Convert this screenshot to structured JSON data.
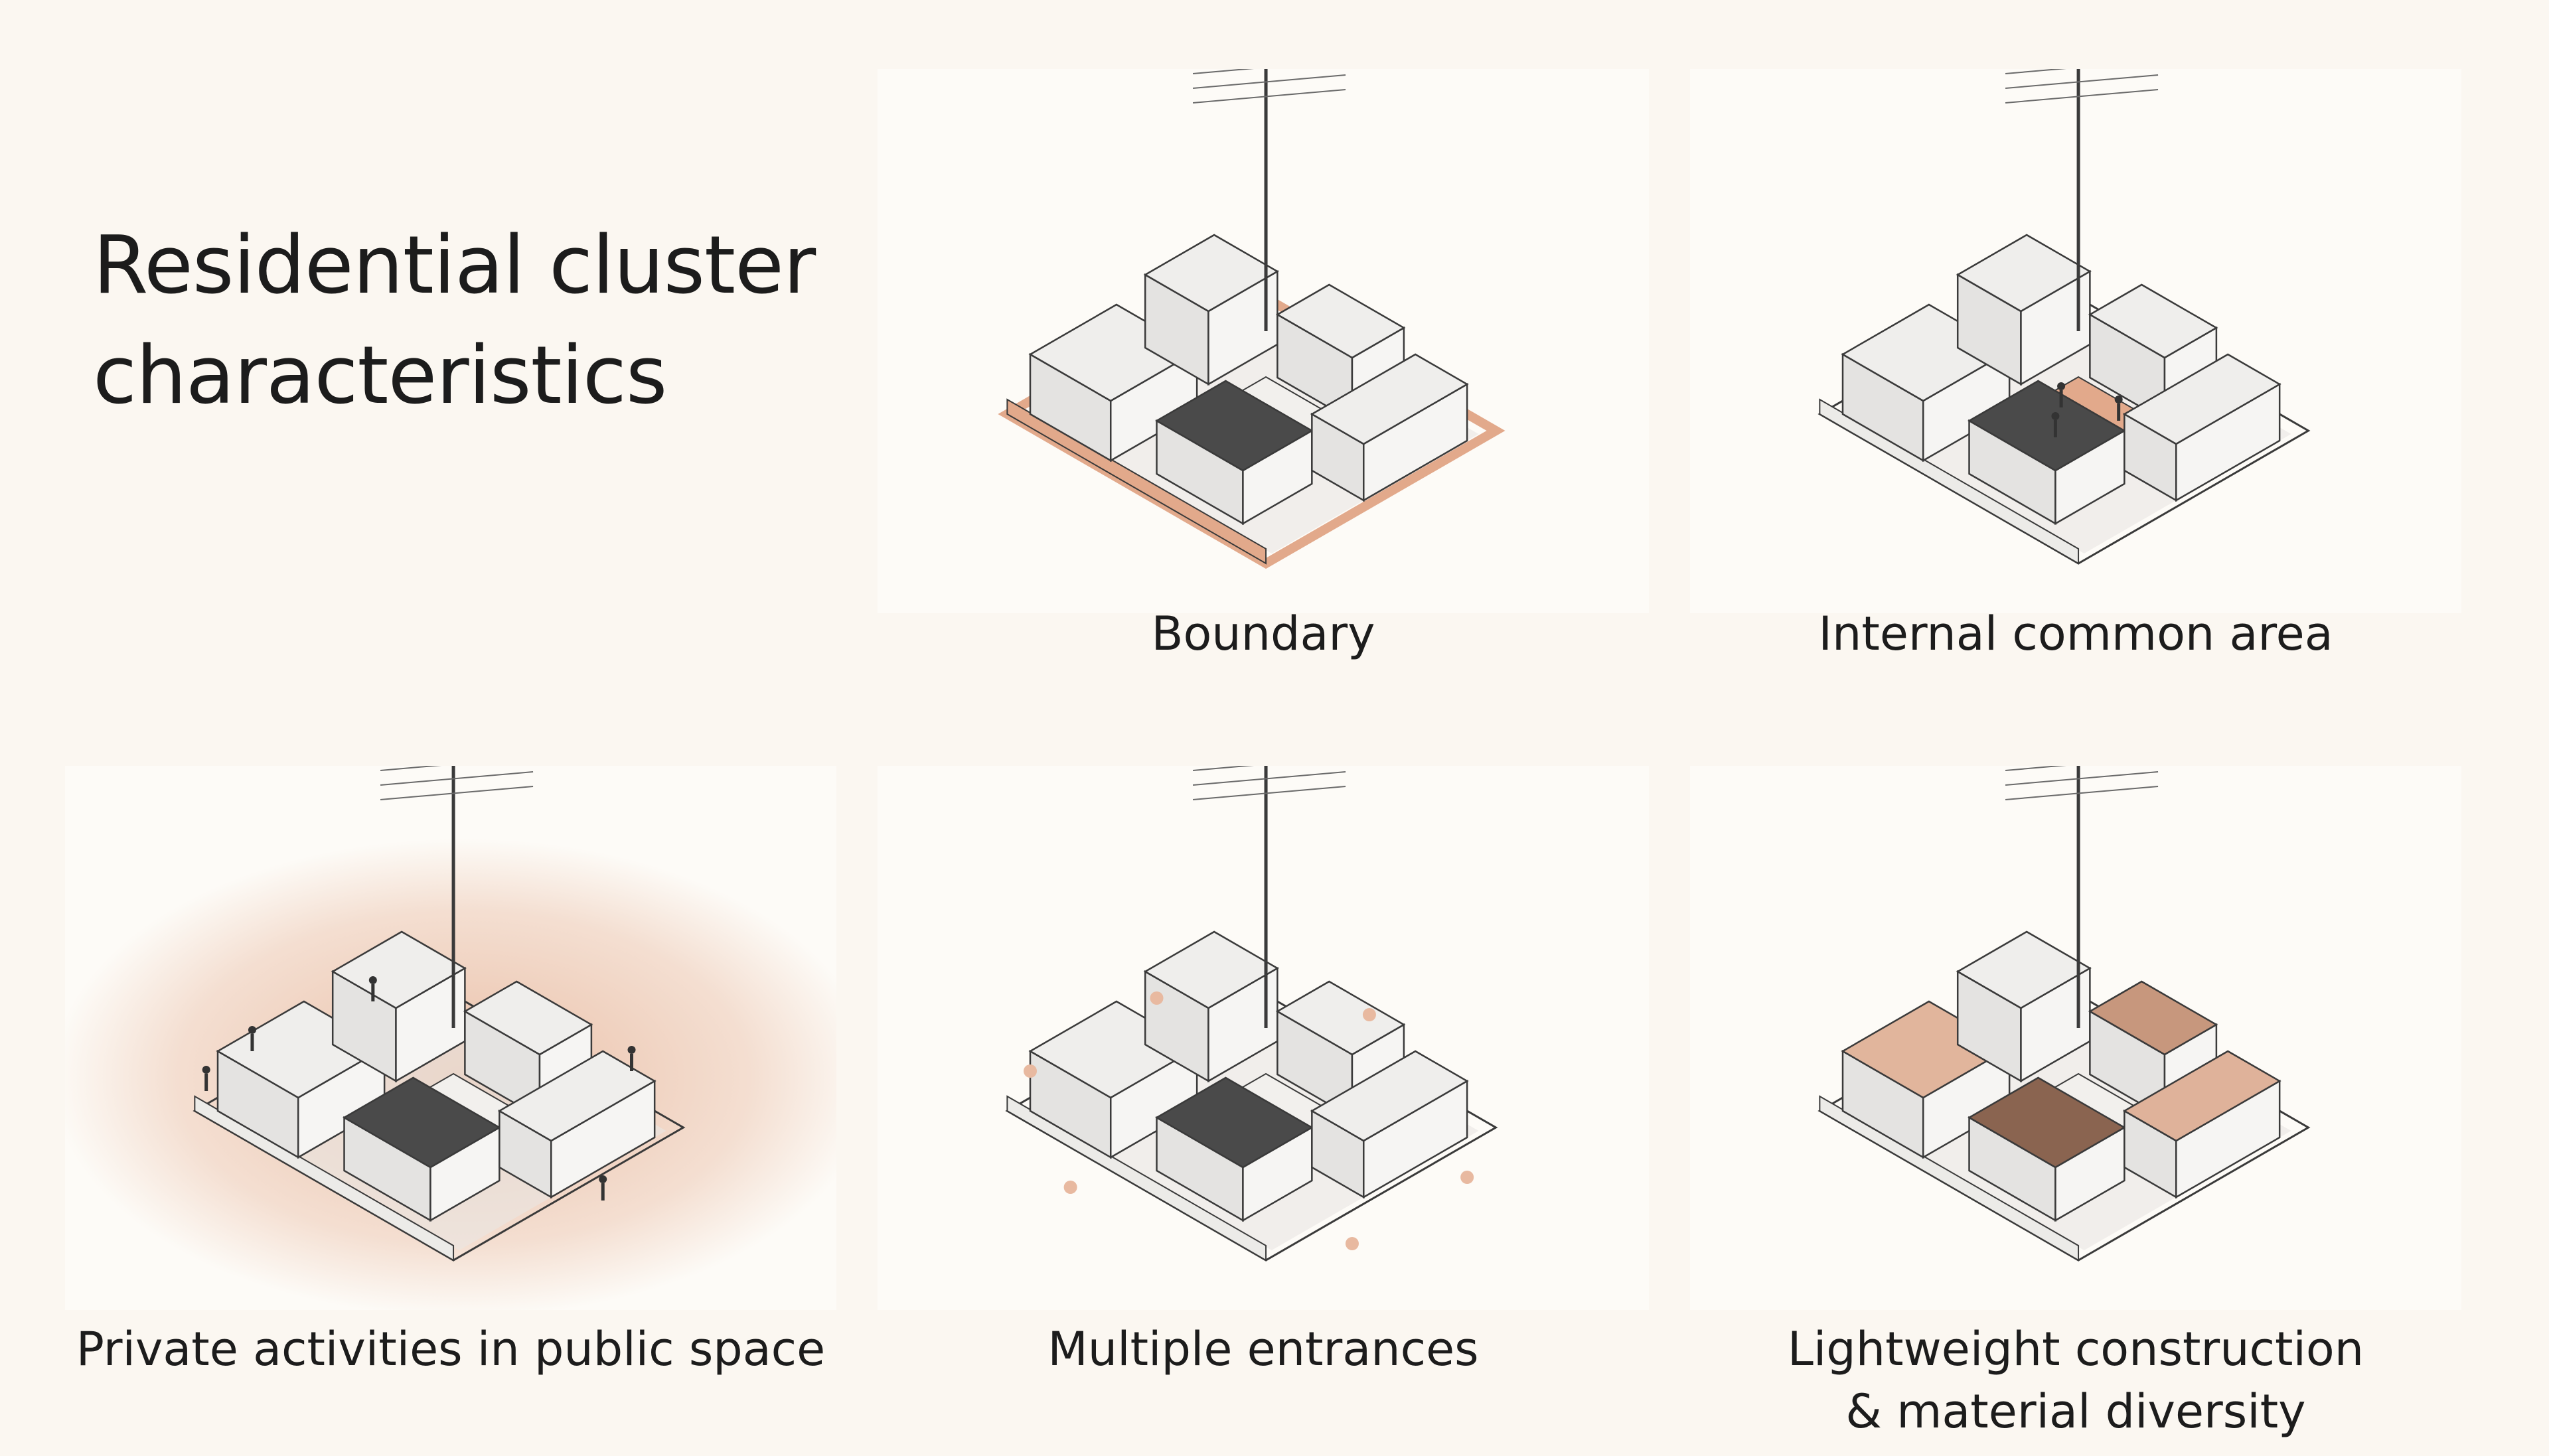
{
  "title": {
    "line1": "Residential cluster",
    "line2": "characteristics"
  },
  "panels": [
    {
      "caption_lines": [
        "Boundary"
      ],
      "highlight": "boundary",
      "accent": "#e2a98b"
    },
    {
      "caption_lines": [
        "Internal common area"
      ],
      "highlight": "common-area",
      "accent": "#e2a98b"
    },
    {
      "caption_lines": [
        "Private activities in public space"
      ],
      "highlight": "surroundings",
      "accent": "#e9bca3"
    },
    {
      "caption_lines": [
        "Multiple entrances"
      ],
      "highlight": "entrances",
      "accent": "#e8b9a0"
    },
    {
      "caption_lines": [
        "Lightweight construction",
        "& material diversity"
      ],
      "highlight": "materials",
      "accent": "#c9906f"
    }
  ],
  "colors": {
    "background": "#fbf7f1",
    "panel": "#fdfbf7",
    "line": "#3a3a3a",
    "roof_light": "#efeeec",
    "roof_dark": "#4a4a4a"
  }
}
